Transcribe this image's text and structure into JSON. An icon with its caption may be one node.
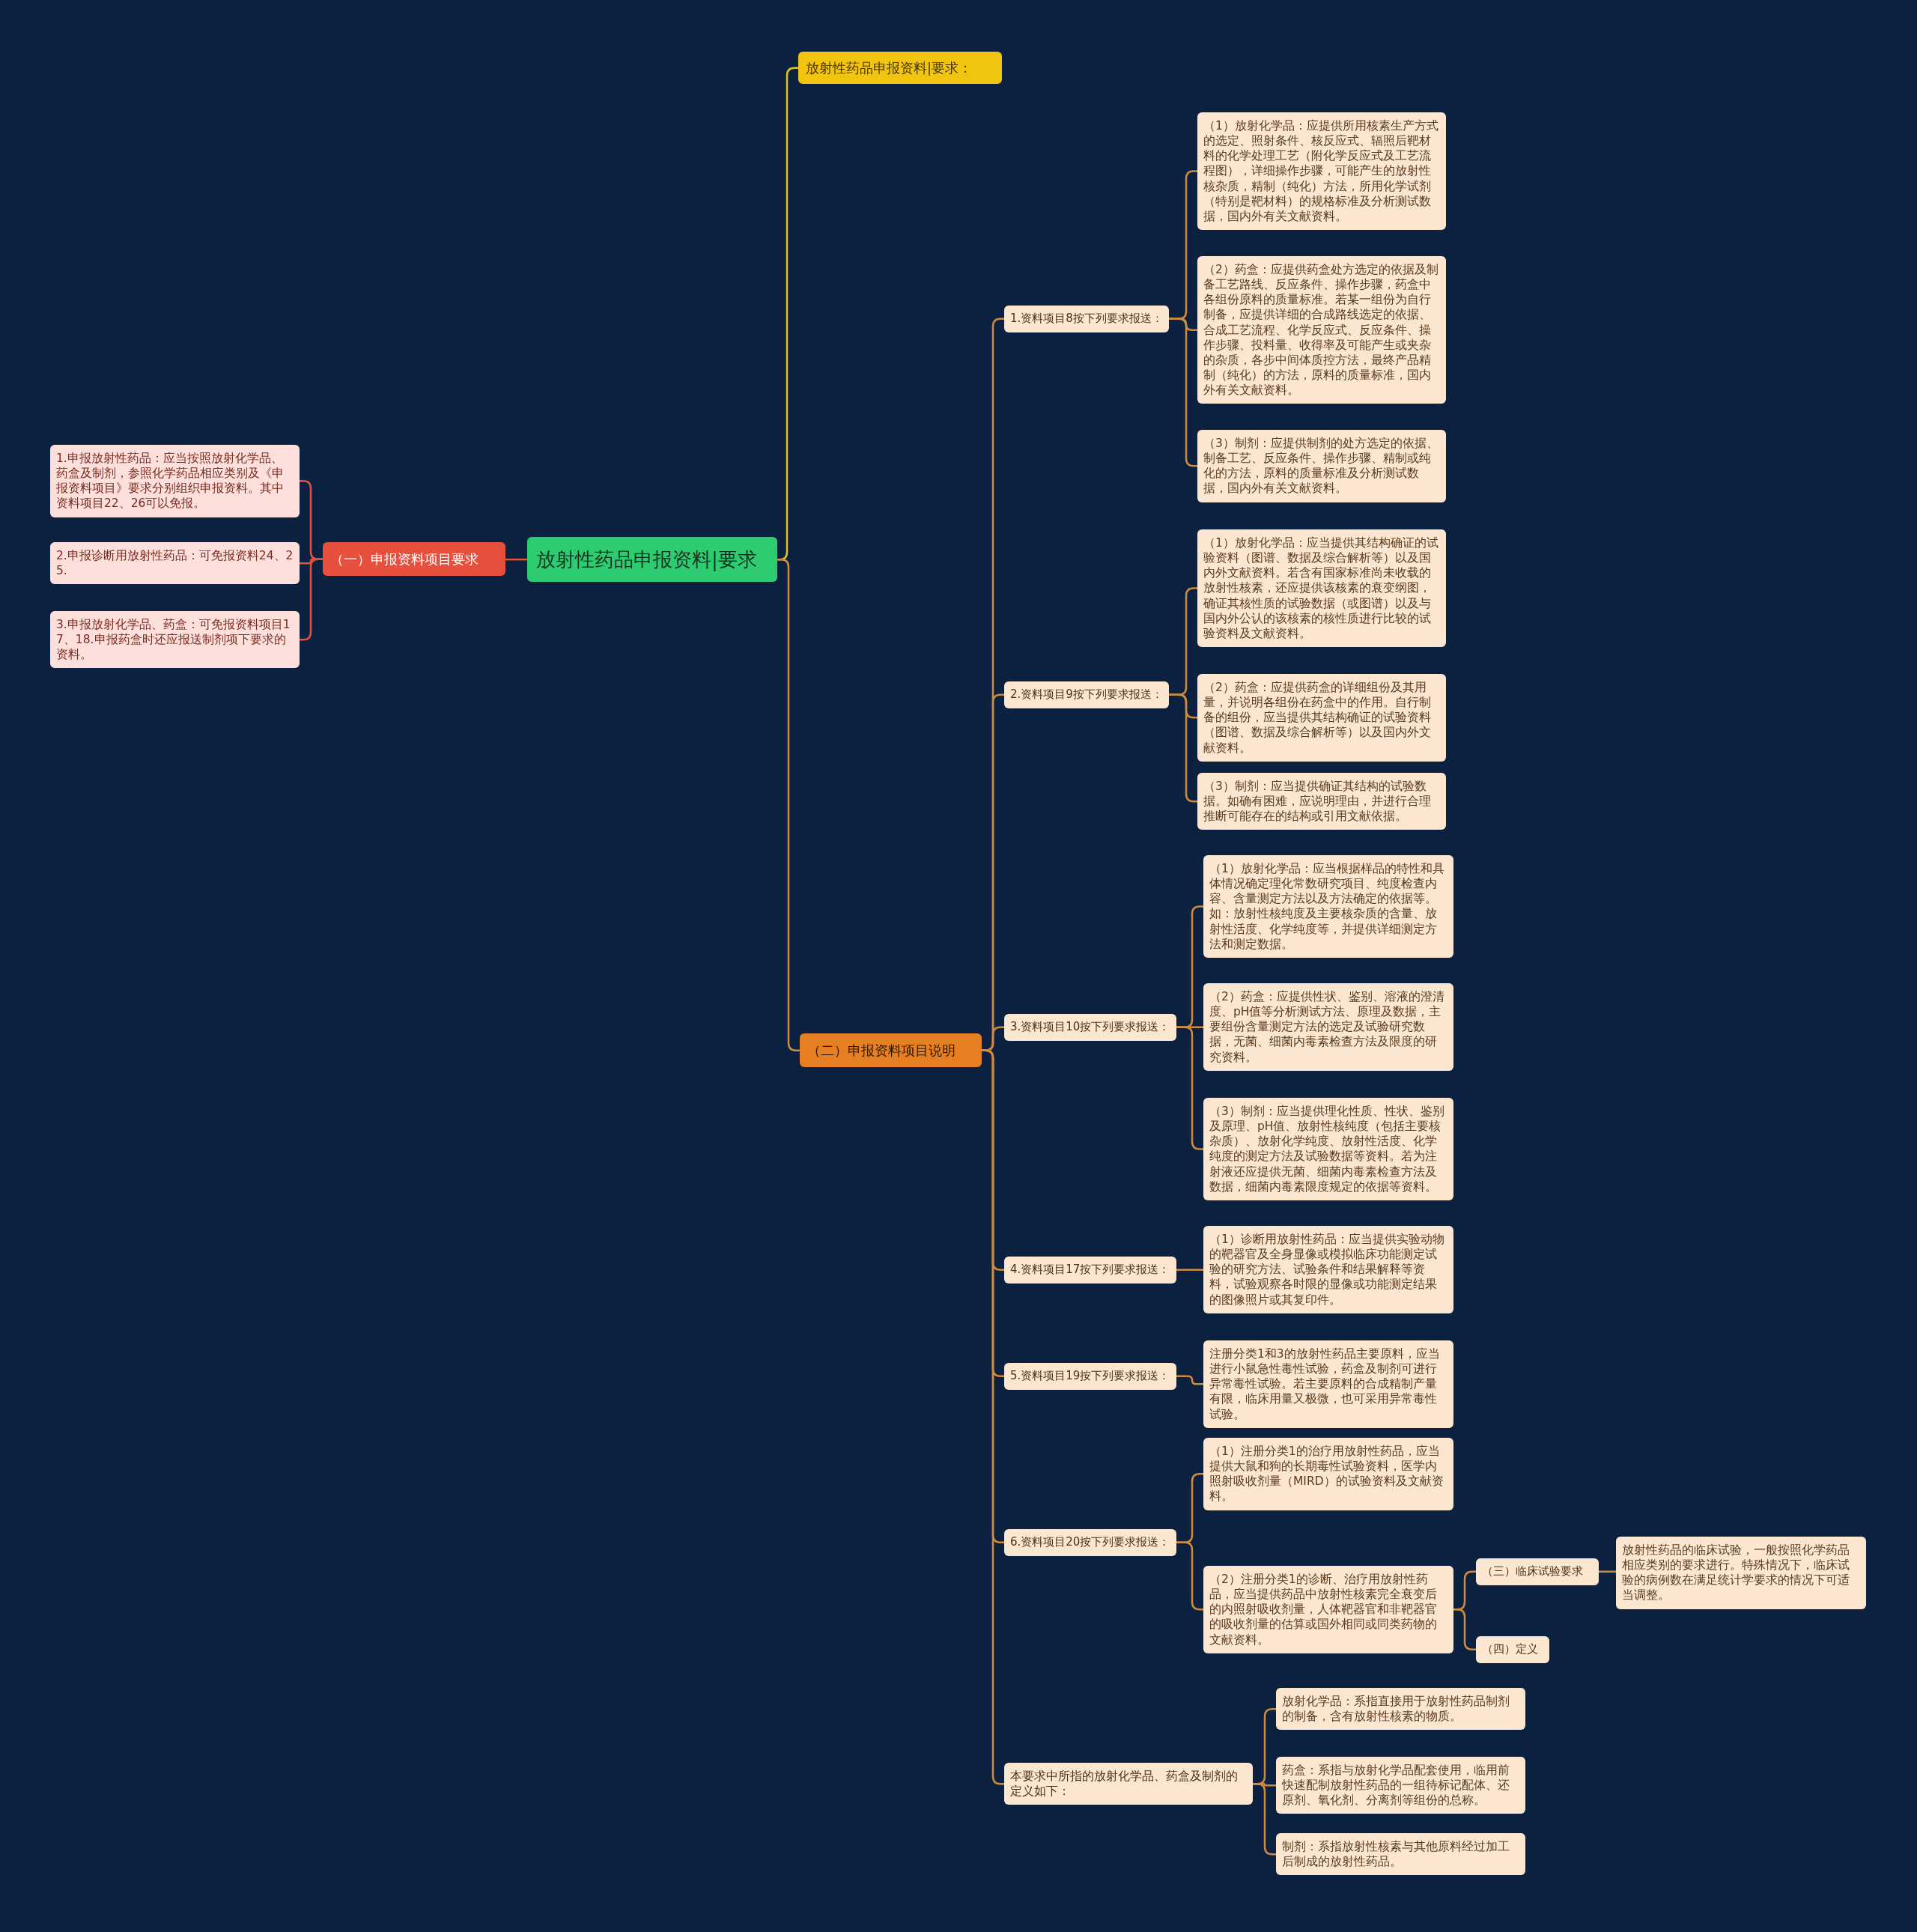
{
  "diagram": {
    "nodes": [
      {
        "text": [
          "放射性药品申报资料|要求"
        ]
      },
      {
        "text": [
          "（一）申报资料项目要求"
        ]
      },
      {
        "text": [
          "1.申报放射性药品：应当按照放射化学品、药盒及制剂，参照化学药品相应类别及《申报资料项目》要求分别组织申报资料。其中资料项目22、26可以免报。"
        ]
      },
      {
        "text": [
          "2.申报诊断用放射性药品：可免报资料24、25."
        ]
      },
      {
        "text": [
          "3.申报放射化学品、药盒：可免报资料项目17、18.申报药盒时还应报送制剂项下要求的资料。"
        ]
      },
      {
        "text": [
          "放射性药品申报资料|要求："
        ]
      },
      {
        "text": [
          "（二）申报资料项目说明"
        ]
      },
      {
        "text": [
          "1.资料项目8按下列要求报送："
        ]
      },
      {
        "text": [
          "（1）放射化学品：应提供所用核素生产方式的选定、照射条件、核反应式、辐照后靶材料的化学处理工艺（附化学反应式及工艺流程图），详细操作步骤，可能产生的放射性核杂质，精制（纯化）方法，所用化学试剂（特别是靶材料）的规格标准及分析测试数据，国内外有关文献资料。"
        ]
      },
      {
        "text": [
          "（2）药盒：应提供药盒处方选定的依据及制备工艺路线、反应条件、操作步骤，药盒中各组份原料的质量标准。若某一组份为自行制备，应提供详细的合成路线选定的依据、合成工艺流程、化学反应式、反应条件、操作步骤、投料量、收得率及可能产生或夹杂的杂质，各步中间体质控方法，最终产品精制（纯化）的方法，原料的质量标准，国内外有关文献资料。"
        ]
      },
      {
        "text": [
          "（3）制剂：应提供制剂的处方选定的依据、制备工艺、反应条件、操作步骤、精制或纯化的方法，原料的质量标准及分析测试数据，国内外有关文献资料。"
        ]
      },
      {
        "text": [
          "2.资料项目9按下列要求报送："
        ]
      },
      {
        "text": [
          "（1）放射化学品：应当提供其结构确证的试验资料（图谱、数据及综合解析等）以及国内外文献资料。若含有国家标准尚未收载的放射性核素，还应提供该核素的衰变纲图，确证其核性质的试验数据（或图谱）以及与国内外公认的该核素的核性质进行比较的试验资料及文献资料。"
        ]
      },
      {
        "text": [
          "（2）药盒：应提供药盒的详细组份及其用量，并说明各组份在药盒中的作用。自行制备的组份，应当提供其结构确证的试验资料（图谱、数据及综合解析等）以及国内外文献资料。"
        ]
      },
      {
        "text": [
          "（3）制剂：应当提供确证其结构的试验数据。如确有困难，应说明理由，并进行合理推断可能存在的结构或引用文献依据。"
        ]
      },
      {
        "text": [
          "3.资料项目10按下列要求报送："
        ]
      },
      {
        "text": [
          "（1）放射化学品：应当根据样品的特性和具体情况确定理化常数研究项目、纯度检查内容、含量测定方法以及方法确定的依据等。如：放射性核纯度及主要核杂质的含量、放射性活度、化学纯度等，并提供详细测定方法和测定数据。"
        ]
      },
      {
        "text": [
          "（2）药盒：应提供性状、鉴别、溶液的澄清度、pH值等分析测试方法、原理及数据，主要组份含量测定方法的选定及试验研究数据，无菌、细菌内毒素检查方法及限度的研究资料。"
        ]
      },
      {
        "text": [
          "（3）制剂：应当提供理化性质、性状、鉴别及原理、pH值、放射性核纯度（包括主要核杂质）、放射化学纯度、放射性活度、化学纯度的测定方法及试验数据等资料。若为注射液还应提供无菌、细菌内毒素检查方法及数据，细菌内毒素限度规定的依据等资料。"
        ]
      },
      {
        "text": [
          "4.资料项目17按下列要求报送："
        ]
      },
      {
        "text": [
          "（1）诊断用放射性药品：应当提供实验动物的靶器官及全身显像或模拟临床功能测定试验的研究方法、试验条件和结果解释等资料，试验观察各时限的显像或功能测定结果的图像照片或其复印件。"
        ]
      },
      {
        "text": [
          "5.资料项目19按下列要求报送："
        ]
      },
      {
        "text": [
          "注册分类1和3的放射性药品主要原料，应当进行小鼠急性毒性试验，药盒及制剂可进行异常毒性试验。若主要原料的合成精制产量有限，临床用量又极微，也可采用异常毒性试验。"
        ]
      },
      {
        "text": [
          "6.资料项目20按下列要求报送："
        ]
      },
      {
        "text": [
          "（1）注册分类1的治疗用放射性药品，应当提供大鼠和狗的长期毒性试验资料，医学内照射吸收剂量（MIRD）的试验资料及文献资料。"
        ]
      },
      {
        "text": [
          "（2）注册分类1的诊断、治疗用放射性药品，应当提供药品中放射性核素完全衰变后的内照射吸收剂量，人体靶器官和非靶器官的吸收剂量的估算或国外相同或同类药物的文献资料。"
        ]
      },
      {
        "text": [
          "（三）临床试验要求"
        ]
      },
      {
        "text": [
          "放射性药品的临床试验，一般按照化学药品相应类别的要求进行。特殊情况下，临床试验的病例数在满足统计学要求的情况下可适当调整。"
        ]
      },
      {
        "text": [
          "（四）定义"
        ]
      },
      {
        "text": [
          "本要求中所指的放射化学品、药盒及制剂的定义如下："
        ]
      },
      {
        "text": [
          "放射化学品：系指直接用于放射性药品制剂的制备，含有放射性核素的物质。"
        ]
      },
      {
        "text": [
          "药盒：系指与放射化学品配套使用，临用前快速配制放射性药品的一组待标记配体、还原剂、氧化剂、分离剂等组份的总称。"
        ]
      },
      {
        "text": [
          "制剂：系指放射性核素与其他原料经过加工后制成的放射性药品。"
        ]
      }
    ],
    "edges": [
      {
        "from": 0,
        "to": 1,
        "arrow": "none",
        "color": "#e0533f"
      },
      {
        "from": 1,
        "to": 2,
        "arrow": "none",
        "color": "#e0533f"
      },
      {
        "from": 1,
        "to": 3,
        "arrow": "none",
        "color": "#e0533f"
      },
      {
        "from": 1,
        "to": 4,
        "arrow": "none",
        "color": "#e0533f"
      },
      {
        "from": 0,
        "to": 5,
        "arrow": "none",
        "color": "#e6c21c"
      },
      {
        "from": 0,
        "to": 6,
        "arrow": "none"
      },
      {
        "from": 6,
        "to": 7,
        "arrow": "none"
      },
      {
        "from": 7,
        "to": 8,
        "arrow": "none"
      },
      {
        "from": 7,
        "to": 9,
        "arrow": "none"
      },
      {
        "from": 7,
        "to": 10,
        "arrow": "none"
      },
      {
        "from": 6,
        "to": 11,
        "arrow": "none"
      },
      {
        "from": 11,
        "to": 12,
        "arrow": "none"
      },
      {
        "from": 11,
        "to": 13,
        "arrow": "none"
      },
      {
        "from": 11,
        "to": 14,
        "arrow": "none"
      },
      {
        "from": 6,
        "to": 15,
        "arrow": "none"
      },
      {
        "from": 15,
        "to": 16,
        "arrow": "none"
      },
      {
        "from": 15,
        "to": 17,
        "arrow": "none"
      },
      {
        "from": 15,
        "to": 18,
        "arrow": "none"
      },
      {
        "from": 6,
        "to": 19,
        "arrow": "none"
      },
      {
        "from": 19,
        "to": 20,
        "arrow": "none"
      },
      {
        "from": 6,
        "to": 21,
        "arrow": "none"
      },
      {
        "from": 21,
        "to": 22,
        "arrow": "none"
      },
      {
        "from": 6,
        "to": 23,
        "arrow": "none"
      },
      {
        "from": 23,
        "to": 24,
        "arrow": "none"
      },
      {
        "from": 23,
        "to": 25,
        "arrow": "none"
      },
      {
        "from": 25,
        "to": 26,
        "arrow": "none"
      },
      {
        "from": 26,
        "to": 27,
        "arrow": "none"
      },
      {
        "from": 25,
        "to": 28,
        "arrow": "none"
      },
      {
        "from": 6,
        "to": 29,
        "arrow": "none"
      },
      {
        "from": 29,
        "to": 30,
        "arrow": "none"
      },
      {
        "from": 29,
        "to": 31,
        "arrow": "none"
      },
      {
        "from": 29,
        "to": 32,
        "arrow": "none"
      }
    ]
  }
}
